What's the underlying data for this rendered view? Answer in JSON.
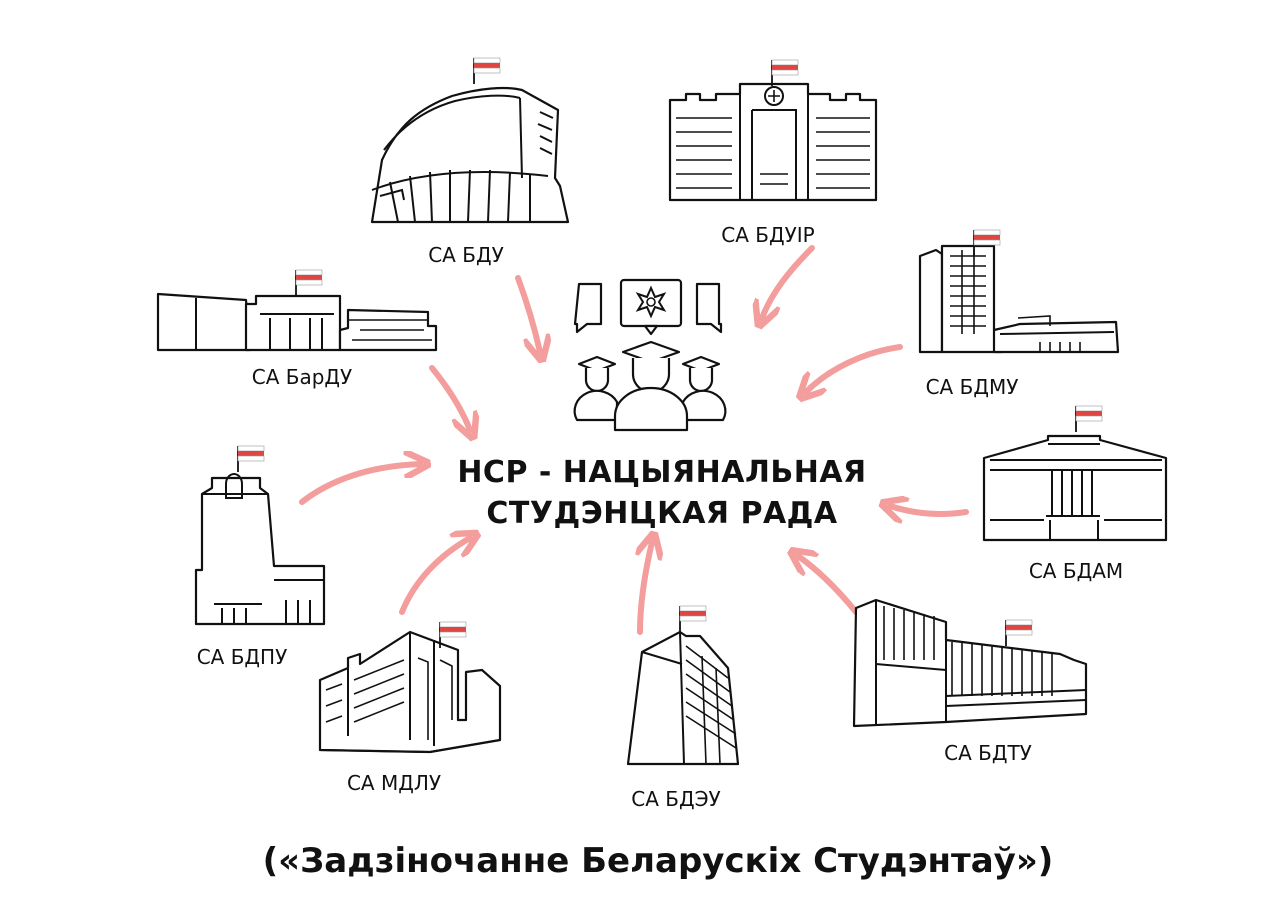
{
  "center": {
    "line1": "НСР - НАЦЫЯНАЛЬНАЯ",
    "line2": "СТУДЭНЦКАЯ РАДА"
  },
  "footer": "(«Задзіночанне Беларускіх Студэнтаў»)",
  "nodes": {
    "bdu": "СА БДУ",
    "bduir": "СА БДУІР",
    "bardu": "СА БарДУ",
    "bdmu": "СА БДМУ",
    "bdpu": "СА БДПУ",
    "bdam": "СА БДАМ",
    "mdlu": "СА МДЛУ",
    "bdeu": "СА БДЭУ",
    "bdtu": "СА БДТУ"
  },
  "icons": {
    "center": "students-council-icon",
    "flag": "white-red-white-flag-icon"
  },
  "colors": {
    "arrow": "#f28c8c",
    "flag_red": "#e0463f",
    "flag_white": "#ffffff",
    "ink": "#111111"
  }
}
